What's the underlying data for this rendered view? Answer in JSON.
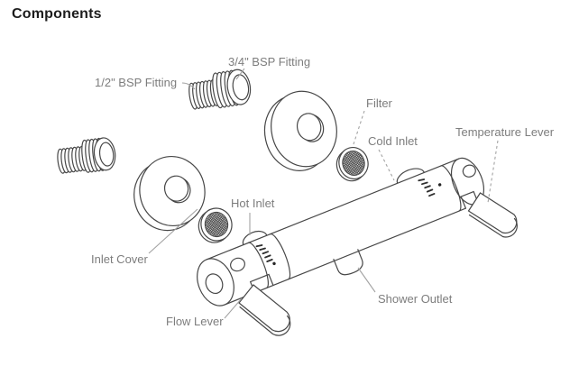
{
  "title": "Components",
  "colors": {
    "title": "#1d1d1d",
    "line": "#474747",
    "label": "#7d7d7d",
    "leader": "#a3a3a3",
    "background": "#ffffff"
  },
  "labels": {
    "half_bsp": "1/2\" BSP Fitting",
    "three_quarter_bsp": "3/4\" BSP Fitting",
    "filter": "Filter",
    "cold_inlet": "Cold Inlet",
    "temperature_lever": "Temperature Lever",
    "hot_inlet": "Hot Inlet",
    "inlet_cover": "Inlet Cover",
    "shower_outlet": "Shower Outlet",
    "flow_lever": "Flow Lever"
  }
}
